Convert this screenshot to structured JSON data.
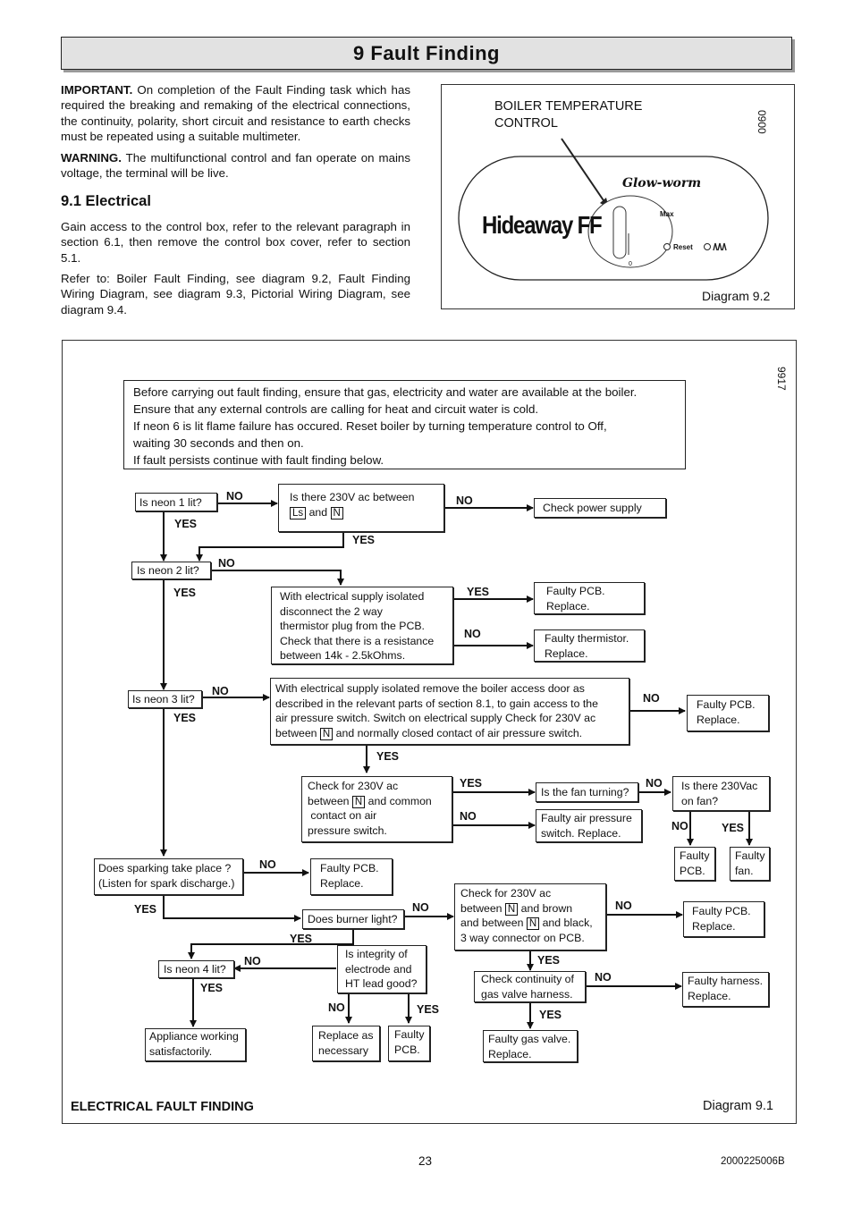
{
  "header": {
    "title": "9  Fault  Finding"
  },
  "intro": {
    "important_label": "IMPORTANT.",
    "important_text": "On completion of the Fault Finding task which has required the breaking and remaking of the electrical connections, the continuity, polarity, short circuit and resistance to earth checks must be repeated using a suitable multimeter.",
    "warning_label": "WARNING.",
    "warning_text": "The multifunctional control and fan operate on mains voltage, the terminal will be live."
  },
  "section": {
    "heading": "9.1 Electrical",
    "para1": "Gain access to the control box, refer to the relevant paragraph in section 6.1, then remove the control box cover, refer to section 5.1.",
    "para2": "Refer to: Boiler Fault Finding, see diagram 9.2, Fault Finding Wiring Diagram, see diagram 9.3, Pictorial Wiring Diagram, see diagram 9.4."
  },
  "diagram92": {
    "label_line1": "BOILER TEMPERATURE",
    "label_line2": "CONTROL",
    "code": "0900",
    "brand": "Glow-worm",
    "model": "Hideaway FF",
    "max": "Max",
    "reset": "Reset",
    "zero": "0",
    "caption": "Diagram 9.2"
  },
  "diagram91": {
    "code": "9917",
    "intro_lines": [
      "Before carrying out fault finding, ensure that gas, electricity and water are available at the boiler.",
      "Ensure that any external controls are calling for heat and circuit water is cold.",
      "If neon 6 is lit flame failure has occured. Reset boiler by turning temperature control to Off,",
      "waiting 30 seconds and then on.",
      "If fault persists continue with fault finding below."
    ],
    "boxes": {
      "neon1": "Is neon 1 lit?",
      "v230_a": "Is there 230V ac between",
      "ls": "Ls",
      "and": "and",
      "n": "N",
      "check_power": "Check power supply",
      "neon2": "Is neon 2 lit?",
      "thermistor_lines": [
        "With electrical supply isolated",
        "disconnect the 2 way",
        "thermistor plug from the PCB.",
        "Check that there is a resistance",
        "between 14k - 2.5kOhms."
      ],
      "pcb1_lines": [
        "Faulty PCB.",
        "Replace."
      ],
      "therm_fault_lines": [
        "Faulty thermistor.",
        "Replace."
      ],
      "neon3": "Is neon 3 lit?",
      "aps_lines": [
        "With electrical supply isolated remove the boiler access door as",
        "described in the relevant parts of section 8.1, to gain access to the",
        "air pressure switch. Switch on electrical supply Check for 230V ac"
      ],
      "aps_between": "between",
      "aps_tail": "and normally closed contact of air pressure switch.",
      "pcb2_lines": [
        "Faulty PCB.",
        "Replace."
      ],
      "common_l1": "Check for 230V ac",
      "common_l2a": "between",
      "common_l2b": "and common",
      "common_l3": " contact on air",
      "common_l4": "pressure switch.",
      "fan_turning": "Is the fan turning?",
      "fan230_lines": [
        "Is there 230Vac",
        "on fan?"
      ],
      "aps_fault_lines": [
        "Faulty air pressure",
        "switch. Replace."
      ],
      "pcb3_lines": [
        "Faulty",
        "PCB."
      ],
      "fan_fault_lines": [
        "Faulty",
        "fan."
      ],
      "spark_lines": [
        "Does sparking take place ?",
        "(Listen for spark discharge.)"
      ],
      "pcb4_lines": [
        "Faulty PCB.",
        "Replace."
      ],
      "burner": "Does burner light?",
      "brown_l1": "Check for 230V ac",
      "brown_l2a": "between",
      "brown_l2b": "and brown",
      "brown_l3a": "and between",
      "brown_l3b": "and black,",
      "brown_l4": "3 way connector on PCB.",
      "pcb5_lines": [
        "Faulty PCB.",
        "Replace."
      ],
      "neon4": "Is neon 4 lit?",
      "electrode_lines": [
        "Is integrity of",
        "electrode and",
        "HT lead good?"
      ],
      "gasharness_lines": [
        "Check continuity of",
        "gas valve harness."
      ],
      "harness_fault_lines": [
        "Faulty harness.",
        "Replace."
      ],
      "working_lines": [
        "Appliance working",
        "satisfactorily."
      ],
      "replace_lines": [
        "Replace as",
        "necessary"
      ],
      "pcb6_lines": [
        "Faulty",
        "PCB."
      ],
      "gasvalve_lines": [
        "Faulty gas valve.",
        "Replace."
      ]
    },
    "yes": "YES",
    "no": "NO",
    "footer_title": "ELECTRICAL FAULT FINDING",
    "caption": "Diagram 9.1"
  },
  "footer": {
    "page_number": "23",
    "doc_code": "2000225006B"
  }
}
